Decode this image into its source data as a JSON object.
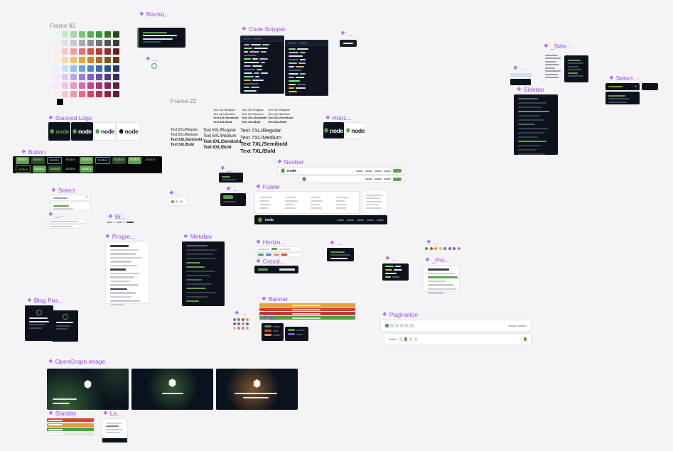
{
  "theme": {
    "canvas_bg": "#f4f4f6",
    "label_purple": "#9747ff",
    "frame_label_gray": "#8a8a8f",
    "dark_bg": "#0d121c",
    "accent_green": "#5fa04e"
  },
  "labels": {
    "frame82": "Frame 82",
    "blockquote": "Blockq...",
    "blockquote_more": "...",
    "code_snippet": "Code Snippet",
    "mini_button": "...",
    "side_partial": "_Side...",
    "mini_right": "...",
    "sidebar": "Sidebar",
    "select_dark": "Select ...",
    "stacked_logo": "Stacked Logo",
    "button": "Button",
    "frame22": "Frame 22",
    "horiz_logo": "Horiz...",
    "select_light": "Select",
    "navbar": "Navbar",
    "footer": "Footer",
    "tabs_mini": "_...",
    "pill_mini": "...",
    "dots_mini": "...",
    "text_mini": "_...",
    "breadcrumb": "Br...",
    "progression": "Progre...",
    "metabar": "Metabar",
    "horizontal_rule": "Horizo...",
    "crosslink": "Crossl...",
    "search_mini": "...",
    "code_mini": "...",
    "pro_partial": "_Pro...",
    "color_dots": "...",
    "blog_post": "Blog Pos...",
    "banner": "Banner",
    "badge": "B...",
    "pagination": "Pagination",
    "dot_grid": "...",
    "opengraph": "OpenGraph Image",
    "stability": "Stability",
    "lang": "La..."
  },
  "logo": {
    "word": "node"
  },
  "palette": {
    "swatches": [
      "#ebf7eb",
      "#c9e8c7",
      "#a3d8a1",
      "#79c878",
      "#52b351",
      "#3f9a3e",
      "#2f7a2e",
      "#1f521f",
      "#f2f2f3",
      "#e1e1e4",
      "#c8c8cc",
      "#ababb0",
      "#8e8e94",
      "#717178",
      "#55555b",
      "#3a3a3f",
      "#fbecec",
      "#f5c9c9",
      "#ee9e9e",
      "#e57474",
      "#d94c4c",
      "#b93c3c",
      "#8f2f2f",
      "#662222",
      "#faf0dd",
      "#f3d9a7",
      "#ecc06e",
      "#e3a63e",
      "#cd8928",
      "#a76f21",
      "#80551a",
      "#5a3c12",
      "#e8f1fb",
      "#c6ddf4",
      "#97c0ea",
      "#6aa3de",
      "#4587cf",
      "#366cae",
      "#2a5386",
      "#1e3b5f",
      "#efeaf9",
      "#d9cbf1",
      "#bba6e6",
      "#9c80da",
      "#8060cd",
      "#694caa",
      "#513b84",
      "#3a2a5e",
      "#faeaf5",
      "#f1c5e2",
      "#e698c9",
      "#da6aae",
      "#cc4092",
      "#a73478",
      "#81285d",
      "#5c1d42",
      "#fcebef",
      "#f6c6d1",
      "#ee99ad",
      "#e56c88",
      "#d94263",
      "#b23551",
      "#89293f",
      "#611d2c"
    ],
    "extra_row": [
      "#000000"
    ]
  },
  "typography": {
    "top_columns": [
      {
        "items": [
          {
            "text": "Text 4XL/Regular",
            "cls": "w400"
          },
          {
            "text": "Text 4XL/Medium",
            "cls": "w500"
          },
          {
            "text": "Text 4XL/Semibold",
            "cls": "w600"
          },
          {
            "text": "Text 4XL/Bold",
            "cls": "w700"
          }
        ]
      },
      {
        "items": [
          {
            "text": "Text 4XL/Regular",
            "cls": "w400"
          },
          {
            "text": "Text 4XL/Medium",
            "cls": "w500"
          },
          {
            "text": "Text 4XL/Semibold",
            "cls": "w600"
          },
          {
            "text": "Text 4XL/Bold",
            "cls": "w700"
          }
        ]
      },
      {
        "items": [
          {
            "text": "Text 3XL/Regular",
            "cls": "w400"
          },
          {
            "text": "Text 3XL/Medium",
            "cls": "w500"
          },
          {
            "text": "Text 3XL/Semibold",
            "cls": "w600"
          },
          {
            "text": "Text 3XL/Bold",
            "cls": "w700"
          }
        ]
      }
    ],
    "bottom_columns": [
      {
        "items": [
          {
            "text": "Text 5XL/Regular",
            "cls": "w400"
          },
          {
            "text": "Text 5XL/Medium",
            "cls": "w500"
          },
          {
            "text": "Text 5XL/Semibold",
            "cls": "w600"
          },
          {
            "text": "Text 5XL/Bold",
            "cls": "w700"
          }
        ]
      },
      {
        "items": [
          {
            "text": "Text 6XL/Regular",
            "cls": "w400"
          },
          {
            "text": "Text 6XL/Medium",
            "cls": "w500"
          },
          {
            "text": "Text 6XL/Semibold",
            "cls": "w600"
          },
          {
            "text": "Text 6XL/Bold",
            "cls": "w700"
          }
        ]
      },
      {
        "items": [
          {
            "text": "Text 7XL/Regular",
            "cls": "w400"
          },
          {
            "text": "Text 7XL/Medium",
            "cls": "w500"
          },
          {
            "text": "Text 7XL/Semibold",
            "cls": "w600"
          },
          {
            "text": "Text 7XL/Bold",
            "cls": "w700"
          }
        ]
      }
    ]
  },
  "buttons": {
    "items": [
      {
        "text": "Button",
        "cls": "b-solid"
      },
      {
        "text": "Button",
        "cls": "b-muted"
      },
      {
        "text": "Button",
        "cls": "b-outline"
      },
      {
        "text": "Button",
        "cls": "b-ghost"
      },
      {
        "text": "Button",
        "cls": "b-solid"
      },
      {
        "text": "Button",
        "cls": "b-outline"
      },
      {
        "text": "Button",
        "cls": "b-muted"
      },
      {
        "text": "Button",
        "cls": "b-solid"
      },
      {
        "text": "Button",
        "cls": "b-ghost"
      },
      {
        "text": "Button",
        "cls": "b-outline"
      },
      {
        "text": "Button",
        "cls": "b-solid"
      },
      {
        "text": "Button",
        "cls": "b-muted"
      },
      {
        "text": "Button",
        "cls": "b-ghost"
      },
      {
        "text": "Button",
        "cls": "b-solid"
      }
    ]
  },
  "sidebar": {
    "rows": [
      {
        "w": 28,
        "cls": "h"
      },
      {
        "w": 40
      },
      {
        "w": 34
      },
      {
        "w": 44,
        "cls": "g"
      },
      {
        "w": 30
      },
      {
        "w": 38
      },
      {
        "w": 24,
        "cls": "h"
      },
      {
        "w": 42
      },
      {
        "w": 36
      },
      {
        "w": 28
      },
      {
        "w": 40,
        "cls": "g"
      },
      {
        "w": 32
      },
      {
        "w": 26
      },
      {
        "w": 38
      }
    ]
  },
  "metabar": {
    "rows": [
      {
        "w": 30,
        "cls": "h"
      },
      {
        "w": 44
      },
      {
        "w": 38
      },
      {
        "w": 42
      },
      {
        "w": 20,
        "cls": "g"
      },
      {
        "w": 26,
        "cls": "g"
      },
      {
        "w": 40
      },
      {
        "w": 34
      },
      {
        "w": 22,
        "cls": "h"
      },
      {
        "w": 36
      },
      {
        "w": 28,
        "cls": "g"
      },
      {
        "w": 42
      },
      {
        "w": 30
      },
      {
        "w": 18,
        "cls": "g"
      }
    ]
  },
  "progression": {
    "rows": [
      {
        "w": 26,
        "cls": "d"
      },
      {
        "w": 40
      },
      {
        "w": 36
      },
      {
        "w": 44
      },
      {
        "w": 30
      },
      {
        "w": 38
      },
      {
        "w": 22,
        "cls": "d"
      },
      {
        "w": 42
      },
      {
        "w": 34
      },
      {
        "w": 28
      },
      {
        "w": 40
      },
      {
        "w": 24,
        "cls": "d"
      },
      {
        "w": 36
      },
      {
        "w": 30
      },
      {
        "w": 42
      },
      {
        "w": 20
      }
    ]
  },
  "pro_mini": {
    "rows": [
      {
        "w": 30,
        "cls": "d"
      },
      {
        "w": 38
      },
      {
        "w": 42,
        "cls": "g"
      },
      {
        "w": 26
      },
      {
        "w": 36
      },
      {
        "w": 40
      },
      {
        "w": 22
      }
    ]
  },
  "color_dots": {
    "colors": [
      "#4e9e45",
      "#d64533",
      "#e9973c",
      "#e3c93f",
      "#3d87cf",
      "#7e57cf",
      "#cc3d92",
      "#8b949e"
    ]
  },
  "dot_grid": {
    "colors": [
      "#4e9e45",
      "#3d87cf",
      "#d64533",
      "#e9973c",
      "#7e57cf",
      "#cc3d92",
      "#56b3a2",
      "#6f6f6f",
      "#e3c93f",
      "#9a7bdc",
      "#ef6c6c",
      "#81c784"
    ]
  },
  "stability": {
    "colors": [
      "#d64533",
      "#e9973c",
      "#4e9e45",
      "#dfe9df"
    ]
  },
  "banner": {
    "colors": [
      "#e5a33b",
      "#d64533",
      "#b93c3c",
      "#4e9e45"
    ]
  }
}
